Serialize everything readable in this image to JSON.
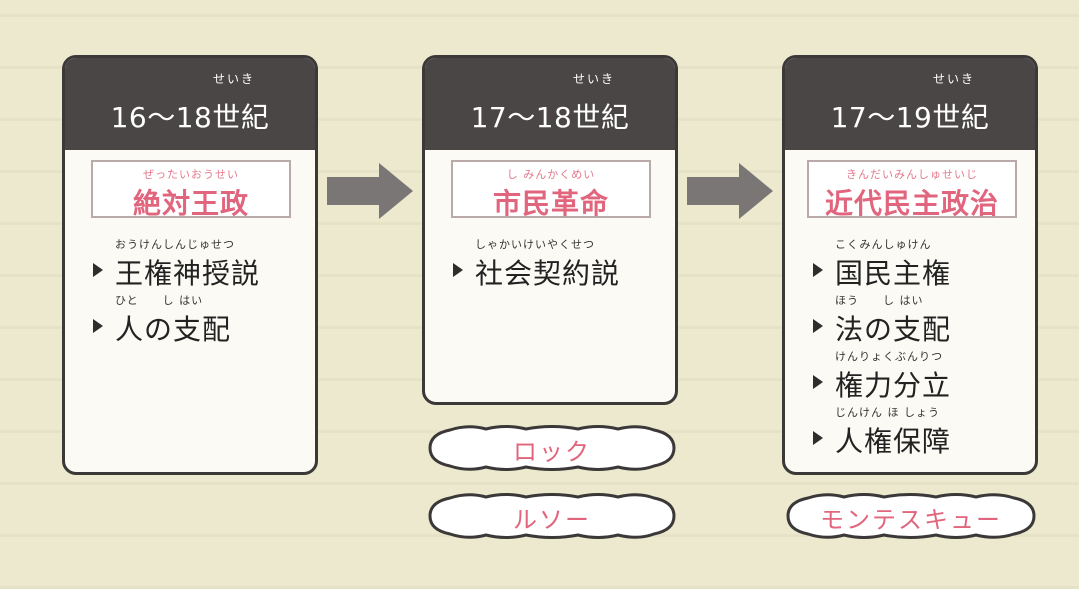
{
  "colors": {
    "background": "#ede9cf",
    "panel_header": "#4a4646",
    "accent_pink": "#e0657d",
    "arrow_gray": "#7b7676"
  },
  "columns": [
    {
      "period": "16〜18世紀",
      "period_ruby": "せいき",
      "title": "絶対王政",
      "title_ruby": "ぜったいおうせい",
      "items": [
        {
          "text": "王権神授説",
          "ruby": "おうけんしんじゅせつ"
        },
        {
          "text": "人の支配",
          "ruby": "ひと　　し はい"
        }
      ],
      "thinkers": []
    },
    {
      "period": "17〜18世紀",
      "period_ruby": "せいき",
      "title": "市民革命",
      "title_ruby": "し みんかくめい",
      "items": [
        {
          "text": "社会契約説",
          "ruby": "しゃかいけいやくせつ"
        }
      ],
      "thinkers": [
        "ロック",
        "ルソー"
      ]
    },
    {
      "period": "17〜19世紀",
      "period_ruby": "せいき",
      "title": "近代民主政治",
      "title_ruby": "きんだいみんしゅせいじ",
      "items": [
        {
          "text": "国民主権",
          "ruby": "こくみんしゅけん"
        },
        {
          "text": "法の支配",
          "ruby": "ほう　　し はい"
        },
        {
          "text": "権力分立",
          "ruby": "けんりょくぶんりつ"
        },
        {
          "text": "人権保障",
          "ruby": "じんけん ほ しょう"
        }
      ],
      "thinkers": [
        "モンテスキュー"
      ]
    }
  ]
}
